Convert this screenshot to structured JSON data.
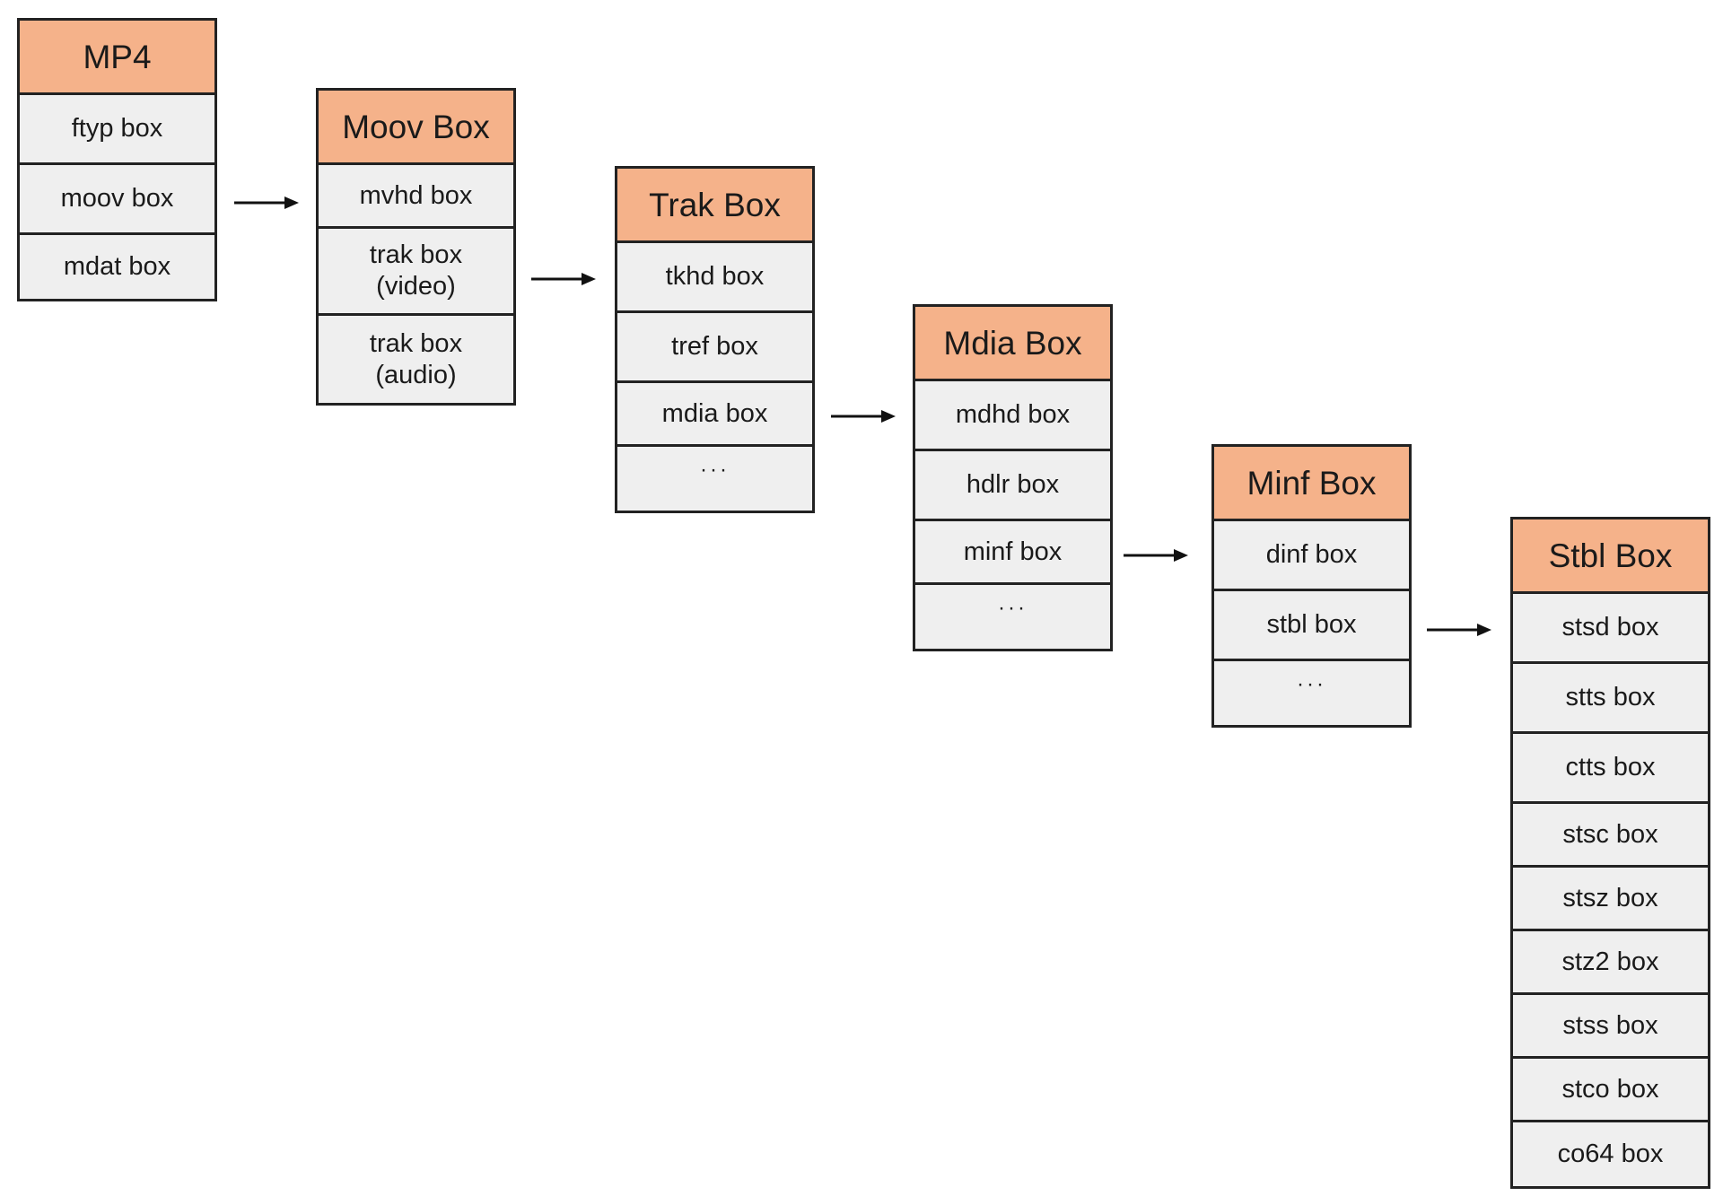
{
  "colors": {
    "header_fill": "#f5b28a",
    "row_fill": "#efefef",
    "border": "#222222",
    "arrow": "#111111"
  },
  "boxes": {
    "mp4": {
      "title": "MP4",
      "rows": [
        "ftyp box",
        "moov box",
        "mdat box"
      ]
    },
    "moov": {
      "title": "Moov Box",
      "rows": [
        "mvhd box",
        "trak box\n(video)",
        "trak box\n(audio)"
      ]
    },
    "trak": {
      "title": "Trak Box",
      "rows": [
        "tkhd box",
        "tref box",
        "mdia box",
        "···"
      ]
    },
    "mdia": {
      "title": "Mdia Box",
      "rows": [
        "mdhd box",
        "hdlr box",
        "minf box",
        "···"
      ]
    },
    "minf": {
      "title": "Minf Box",
      "rows": [
        "dinf box",
        "stbl box",
        "···"
      ]
    },
    "stbl": {
      "title": "Stbl Box",
      "rows": [
        "stsd box",
        "stts box",
        "ctts box",
        "stsc box",
        "stsz box",
        "stz2 box",
        "stss box",
        "stco box",
        "co64 box"
      ]
    }
  },
  "connections": [
    {
      "from": "mp4.moov box",
      "to": "moov"
    },
    {
      "from": "moov.trak box (video)",
      "to": "trak"
    },
    {
      "from": "trak.mdia box",
      "to": "mdia"
    },
    {
      "from": "mdia.minf box",
      "to": "minf"
    },
    {
      "from": "minf.stbl box",
      "to": "stbl"
    }
  ]
}
